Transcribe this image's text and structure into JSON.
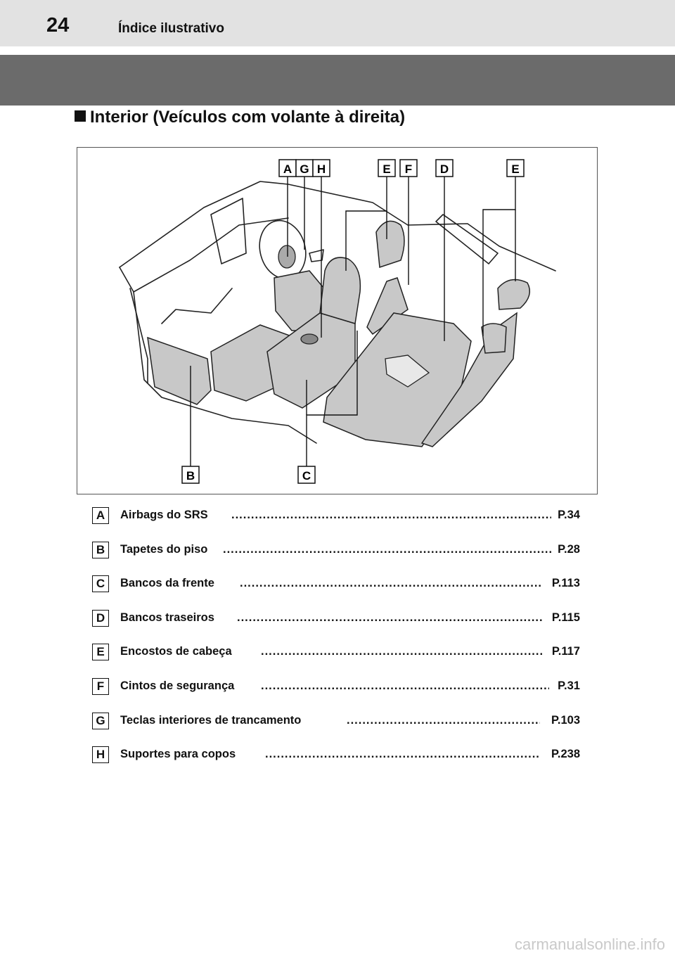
{
  "header": {
    "page_number": "24",
    "title": "Índice ilustrativo"
  },
  "section": {
    "title": "Interior (Veículos com volante à direita)"
  },
  "figure": {
    "callouts_top": [
      "A",
      "G",
      "H",
      "E",
      "F",
      "D",
      "E"
    ],
    "callouts_bottom": [
      "B",
      "C"
    ]
  },
  "legend": [
    {
      "letter": "A",
      "label": "Airbags do SRS",
      "ref": "P.34"
    },
    {
      "letter": "B",
      "label": "Tapetes do piso",
      "ref": "P.28"
    },
    {
      "letter": "C",
      "label": "Bancos da frente",
      "ref": "P.113"
    },
    {
      "letter": "D",
      "label": "Bancos traseiros",
      "ref": "P.115"
    },
    {
      "letter": "E",
      "label": "Encostos de cabeça",
      "ref": "P.117"
    },
    {
      "letter": "F",
      "label": "Cintos de segurança",
      "ref": "P.31"
    },
    {
      "letter": "G",
      "label": "Teclas interiores de trancamento",
      "ref": "P.103"
    },
    {
      "letter": "H",
      "label": "Suportes para copos",
      "ref": "P.238"
    }
  ],
  "watermark": "carmanualsonline.info"
}
